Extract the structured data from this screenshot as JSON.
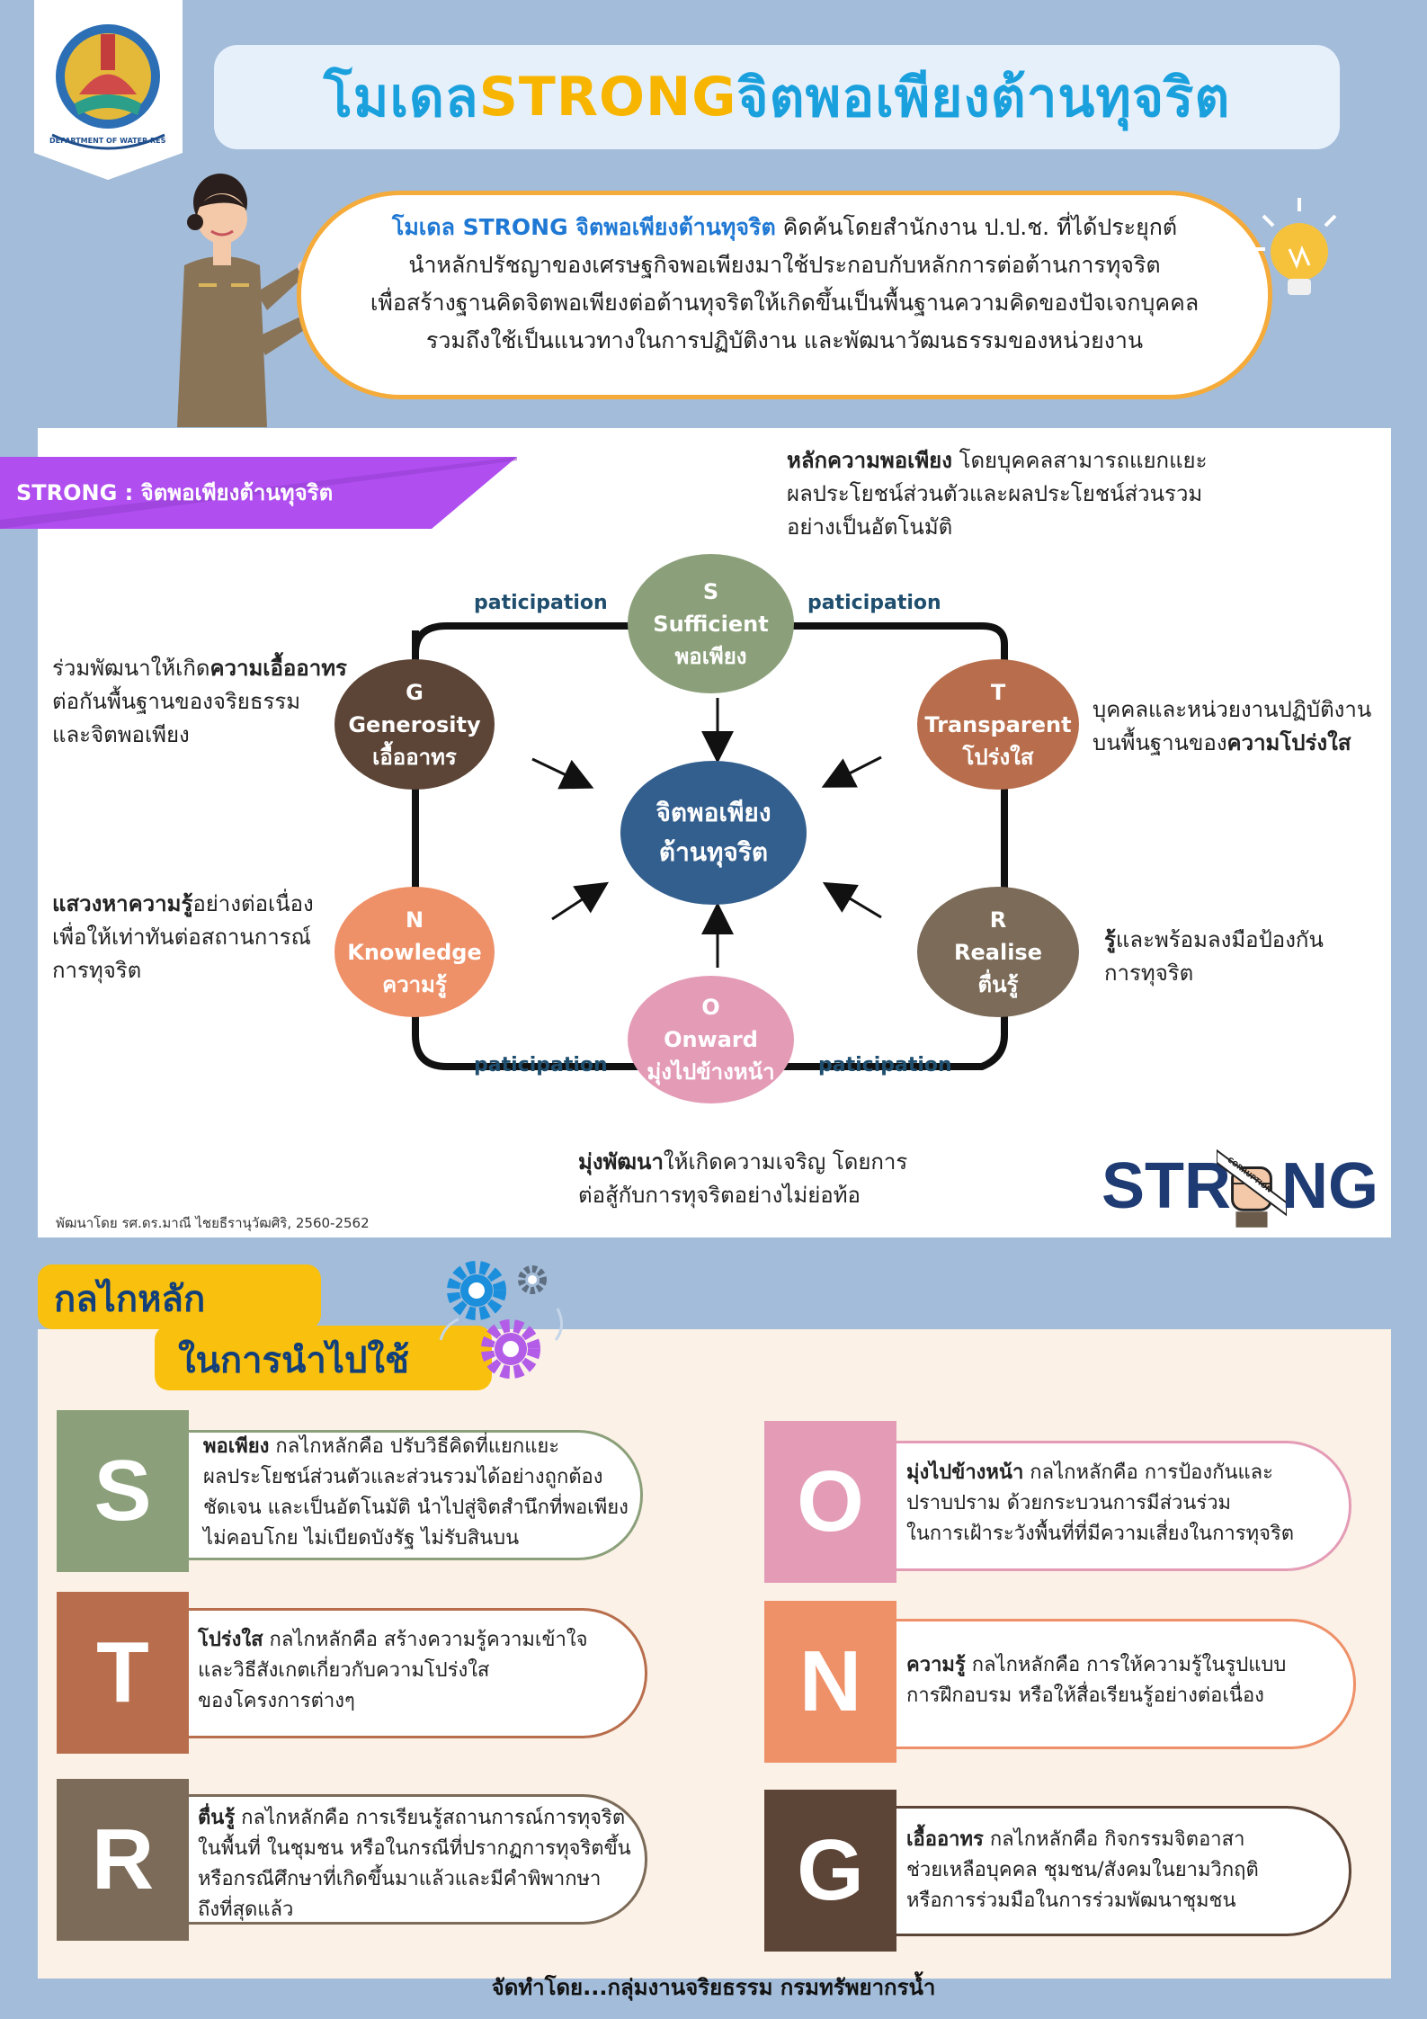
{
  "header": {
    "title_part1": "โมเดล ",
    "title_part2": "STRONG",
    "title_part3": " จิตพอเพียงต้านทุจริต",
    "logo_text": "DEPARTMENT OF WATER RESOURCES"
  },
  "intro": {
    "highlight": "โมเดล STRONG จิตพอเพียงต้านทุจริต",
    "line1_rest": " คิดค้นโดยสำนักงาน ป.ป.ช. ที่ได้ประยุกต์",
    "line2": "นำหลักปรัชญาของเศรษฐกิจพอเพียงมาใช้ประกอบกับหลักการต่อต้านการทุจริต",
    "line3": "เพื่อสร้างฐานคิดจิตพอเพียงต่อต้านทุจริตให้เกิดขึ้นเป็นพื้นฐานความคิดของปัจเจกบุคคล",
    "line4": "รวมถึงใช้เป็นแนวทางในการปฏิบัติงาน และพัฒนาวัฒนธรรมของหน่วยงาน"
  },
  "diagram": {
    "banner": "STRONG : จิตพอเพียงต้านทุจริต",
    "center": {
      "line1": "จิตพอเพียง",
      "line2": "ต้านทุจริต"
    },
    "participation": "paticipation",
    "nodes": {
      "s": {
        "letter": "S",
        "en": "Sufficient",
        "th": "พอเพียง"
      },
      "t": {
        "letter": "T",
        "en": "Transparent",
        "th": "โปร่งใส"
      },
      "r": {
        "letter": "R",
        "en": "Realise",
        "th": "ตื่นรู้"
      },
      "o": {
        "letter": "O",
        "en": "Onward",
        "th": "มุ่งไปข้างหน้า"
      },
      "n": {
        "letter": "N",
        "en": "Knowledge",
        "th": "ความรู้"
      },
      "g": {
        "letter": "G",
        "en": "Generosity",
        "th": "เอื้ออาทร"
      }
    },
    "descriptions": {
      "s": {
        "bold": "หลักความพอเพียง",
        "rest1": " โดยบุคคลสามารถแยกแยะ",
        "rest2": "ผลประโยชน์ส่วนตัวและผลประโยชน์ส่วนรวม",
        "rest3": "อย่างเป็นอัตโนมัติ"
      },
      "t": {
        "line1": "บุคคลและหน่วยงานปฏิบัติงาน",
        "pre2": "บนพื้นฐานของ",
        "bold2": "ความโปร่งใส"
      },
      "r": {
        "bold": "รู้",
        "rest1": "และพร้อมลงมือป้องกัน",
        "line2": "การทุจริต"
      },
      "o": {
        "bold": "มุ่งพัฒนา",
        "rest1": "ให้เกิดความเจริญ โดยการ",
        "line2": "ต่อสู้กับการทุจริตอย่างไม่ย่อท้อ"
      },
      "n": {
        "bold": "แสวงหาความรู้",
        "rest1": "อย่างต่อเนื่อง",
        "line2": "เพื่อให้เท่าทันต่อสถานการณ์",
        "line3": "การทุจริต"
      },
      "g": {
        "pre1": "ร่วมพัฒนาให้เกิด",
        "bold1": "ความเอื้ออาทร",
        "line2": "ต่อกันพื้นฐานของจริยธรรม",
        "line3": "และจิตพอเพียง"
      }
    },
    "credit": "พัฒนาโดย รศ.ดร.มาณี ไชยธีรานุวัฒศิริ, 2560-2562",
    "logo": {
      "left": "STR",
      "right": "NG",
      "fist_text": "CORRUPTION"
    }
  },
  "mechanisms": {
    "title_line1": "กลไกหลัก",
    "title_line2": "ในการนำไปใช้",
    "items": [
      {
        "letter": "S",
        "bold": "พอเพียง",
        "lines": [
          " กลไกหลักคือ ปรับวิธีคิดที่แยกแยะ",
          "ผลประโยชน์ส่วนตัวและส่วนรวมได้อย่างถูกต้อง",
          "ชัดเจน และเป็นอัตโนมัติ นำไปสู่จิตสำนึกที่พอเพียง",
          "ไม่คอบโกย ไม่เบียดบังรัฐ ไม่รับสินบน"
        ]
      },
      {
        "letter": "T",
        "bold": "โปร่งใส",
        "lines": [
          " กลไกหลักคือ สร้างความรู้ความเข้าใจ",
          "และวิธีสังเกตเกี่ยวกับความโปร่งใส",
          "ของโครงการต่างๆ"
        ]
      },
      {
        "letter": "R",
        "bold": "ตื่นรู้",
        "lines": [
          " กลไกหลักคือ การเรียนรู้สถานการณ์การทุจริต",
          "ในพื้นที่ ในชุมชน หรือในกรณีที่ปรากฏการทุจริตขึ้น",
          "หรือกรณีศึกษาที่เกิดขึ้นมาแล้วและมีคำพิพากษา",
          "ถึงที่สุดแล้ว"
        ]
      },
      {
        "letter": "O",
        "bold": "มุ่งไปข้างหน้า",
        "lines": [
          " กลไกหลักคือ การป้องกันและ",
          "ปราบปราม ด้วยกระบวนการมีส่วนร่วม",
          "ในการเฝ้าระวังพื้นที่ที่มีความเสี่ยงในการทุจริต"
        ]
      },
      {
        "letter": "N",
        "bold": "ความรู้",
        "lines": [
          " กลไกหลักคือ การให้ความรู้ในรูปแบบ",
          "การฝึกอบรม หรือให้สื่อเรียนรู้อย่างต่อเนื่อง"
        ]
      },
      {
        "letter": "G",
        "bold": "เอื้ออาทร",
        "lines": [
          " กลไกหลักคือ กิจกรรมจิตอาสา",
          "ช่วยเหลือบุคคล ชุมชน/สังคมในยามวิกฤติ",
          "หรือการร่วมมือในการร่วมพัฒนาชุมชน"
        ]
      }
    ]
  },
  "footer": "จัดทำโดย...กลุ่มงานจริยธรรม กรมทรัพยากรน้ำ",
  "colors": {
    "s": "#8ba07a",
    "t": "#b86e4c",
    "r": "#7b6b58",
    "o": "#e49cb6",
    "n": "#ee9068",
    "g": "#5c4436",
    "center": "#335f8e",
    "title_blue": "#1aa0dc",
    "title_yellow": "#f7b500",
    "banner": "#b04ef0"
  }
}
